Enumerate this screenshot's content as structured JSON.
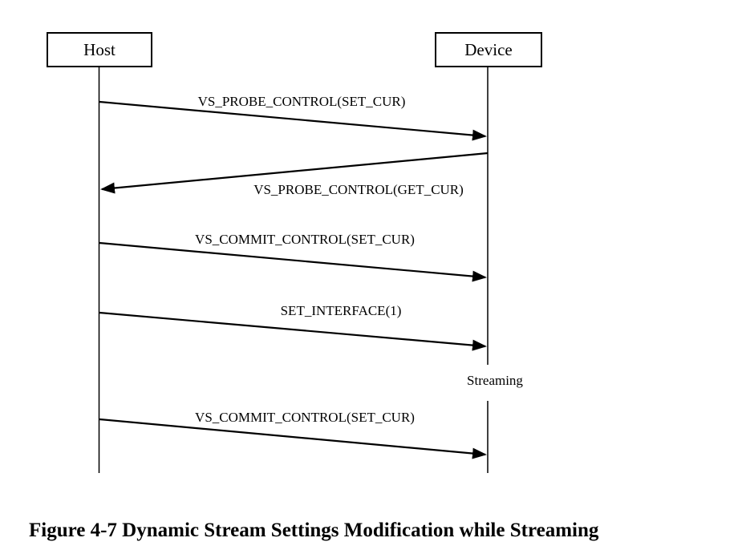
{
  "diagram": {
    "actors": [
      {
        "name": "Host"
      },
      {
        "name": "Device"
      }
    ],
    "messages": [
      {
        "label": "VS_PROBE_CONTROL(SET_CUR)",
        "from": "Host",
        "to": "Device"
      },
      {
        "label": "VS_PROBE_CONTROL(GET_CUR)",
        "from": "Device",
        "to": "Host"
      },
      {
        "label": "VS_COMMIT_CONTROL(SET_CUR)",
        "from": "Host",
        "to": "Device"
      },
      {
        "label": "SET_INTERFACE(1)",
        "from": "Host",
        "to": "Device"
      },
      {
        "label": "VS_COMMIT_CONTROL(SET_CUR)",
        "from": "Host",
        "to": "Device"
      }
    ],
    "status_label": "Streaming",
    "caption": "Figure 4-7 Dynamic Stream Settings Modification while Streaming",
    "colors": {
      "line": "#000000",
      "text": "#000000",
      "background": "#ffffff"
    }
  }
}
